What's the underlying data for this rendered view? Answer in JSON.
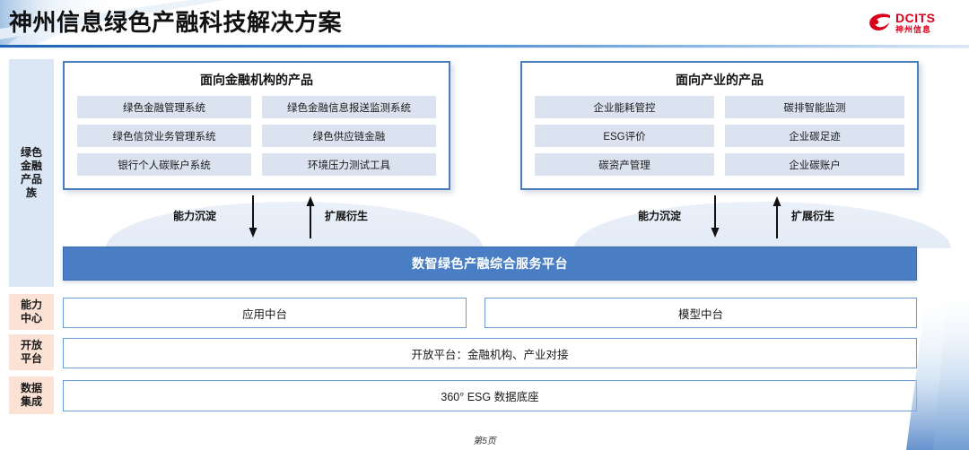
{
  "header": {
    "title": "神州信息绿色产融科技解决方案",
    "logo": {
      "en": "DCITS",
      "cn": "神州信息",
      "color": "#d9001b",
      "mark": "swoosh-icon"
    }
  },
  "rail": [
    {
      "name": "green-finance-product-family",
      "label": "绿色\n金融\n产品\n族",
      "color": "#dce7f5"
    },
    {
      "name": "capability-center",
      "label": "能力\n中心",
      "color": "#fbe2d4"
    },
    {
      "name": "open-platform",
      "label": "开放\n平台",
      "color": "#fbe2d4"
    },
    {
      "name": "data-integration",
      "label": "数据\n集成",
      "color": "#fbe2d4"
    }
  ],
  "panels": [
    {
      "title": "面向金融机构的产品",
      "chips": [
        "绿色金融管理系统",
        "绿色金融信息报送监测系统",
        "绿色信贷业务管理系统",
        "绿色供应链金融",
        "银行个人碳账户系统",
        "环境压力测试工具"
      ]
    },
    {
      "title": "面向产业的产品",
      "chips": [
        "企业能耗管控",
        "碳排智能监测",
        "ESG评价",
        "企业碳足迹",
        "碳资产管理",
        "企业碳账户"
      ]
    }
  ],
  "flow": {
    "left": {
      "down_label": "能力沉淀",
      "up_label": "扩展衍生"
    },
    "right": {
      "down_label": "能力沉淀",
      "up_label": "扩展衍生"
    }
  },
  "platform": {
    "label": "数智绿色产融综合服务平台",
    "color": "#4a7ec4"
  },
  "capability_row": [
    {
      "label": "应用中台"
    },
    {
      "label": "模型中台"
    }
  ],
  "open_row": {
    "label": "开放平台：金融机构、产业对接"
  },
  "data_row": {
    "label": "360° ESG 数据底座"
  },
  "footer": {
    "page": "第5页"
  }
}
